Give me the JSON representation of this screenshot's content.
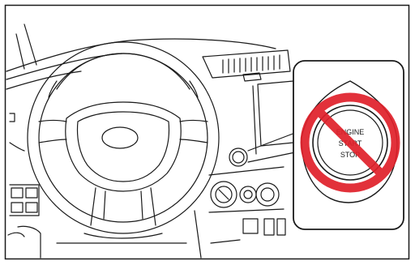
{
  "figure": {
    "button_text": {
      "line1": "ENGINE",
      "line2": "START",
      "line3": "STOP"
    },
    "prohibition_color": "#e0202a",
    "stroke_color": "#1a1a1a",
    "background_color": "#ffffff"
  }
}
